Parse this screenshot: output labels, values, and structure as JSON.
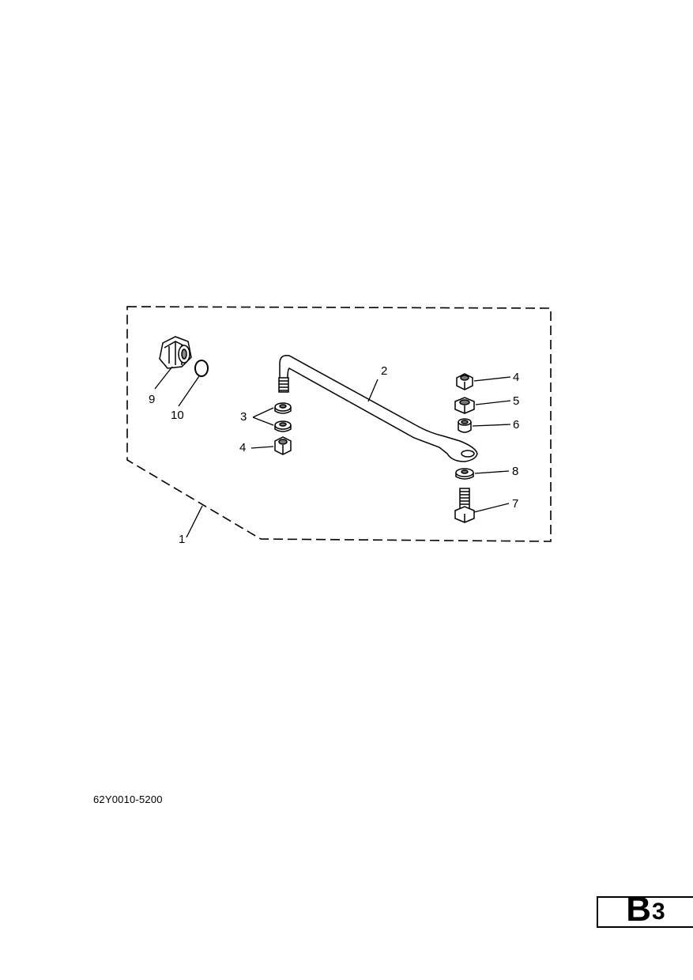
{
  "diagram": {
    "callouts": {
      "c1": "1",
      "c2": "2",
      "c3": "3",
      "c4a": "4",
      "c4b": "4",
      "c5": "5",
      "c6": "6",
      "c7": "7",
      "c8": "8",
      "c9": "9",
      "c10": "10"
    }
  },
  "footer": {
    "part_code": "62Y0010-5200",
    "section_letter": "B",
    "section_number": "3"
  }
}
